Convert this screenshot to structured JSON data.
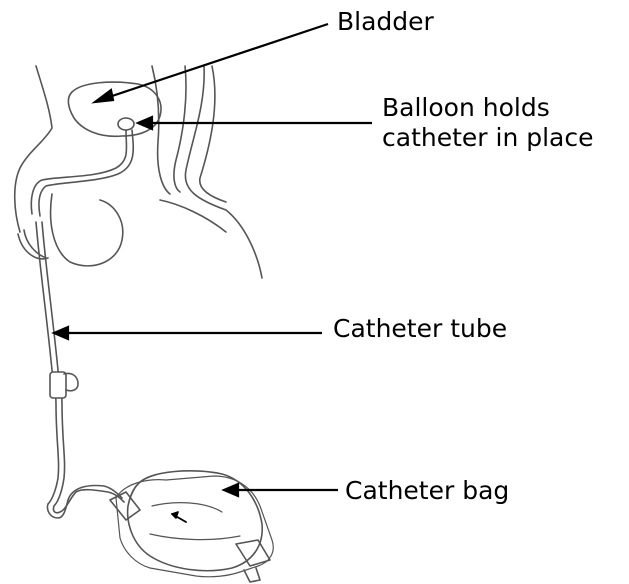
{
  "labels": {
    "bladder": "Bladder",
    "balloon_line1": "Balloon holds",
    "balloon_line2": "catheter in place",
    "catheter_tube": "Catheter tube",
    "catheter_bag": "Catheter bag"
  },
  "colors": {
    "line": "#000000",
    "illustration_stroke": "#555555",
    "background": "#ffffff"
  }
}
